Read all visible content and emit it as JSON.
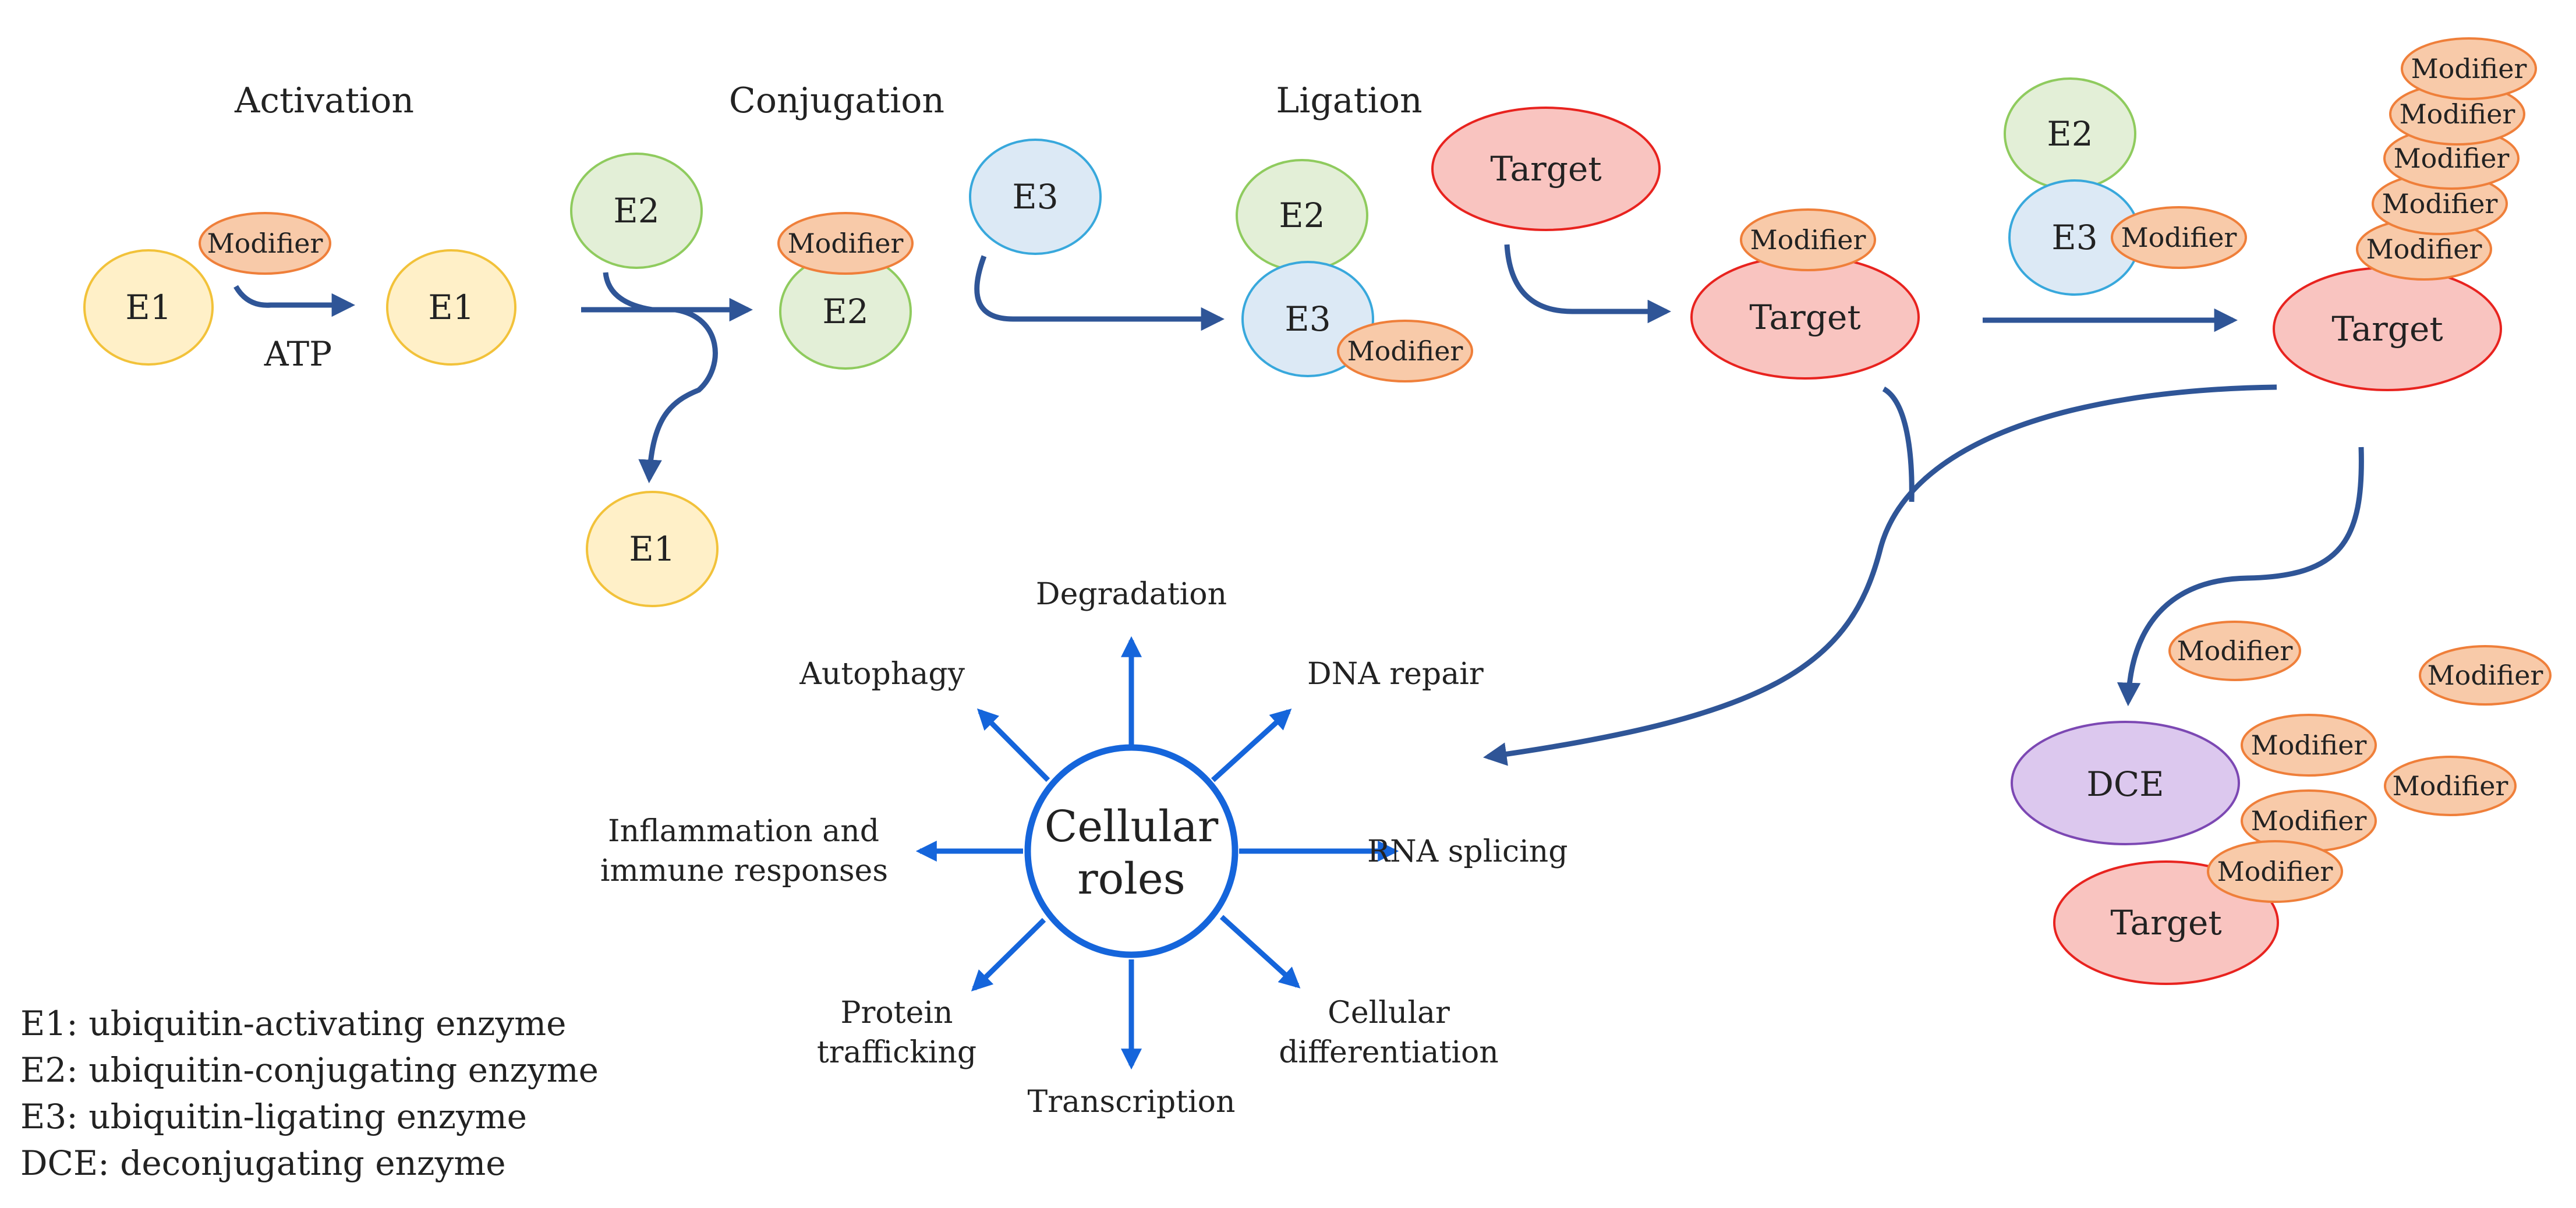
{
  "stages": {
    "activation": "Activation",
    "conjugation": "Conjugation",
    "ligation": "Ligation"
  },
  "nodes": {
    "e1": "E1",
    "e2": "E2",
    "e3": "E3",
    "target": "Target",
    "modifier": "Modifier",
    "dce": "DCE",
    "atp": "ATP"
  },
  "center": {
    "line1": "Cellular",
    "line2": "roles"
  },
  "roles": {
    "degradation": "Degradation",
    "dna_repair": "DNA repair",
    "rna_splicing": "RNA splicing",
    "cellular_differentiation_1": "Cellular",
    "cellular_differentiation_2": "differentiation",
    "transcription": "Transcription",
    "protein_trafficking_1": "Protein",
    "protein_trafficking_2": "trafficking",
    "inflammation_1": "Inflammation and",
    "inflammation_2": "immune responses",
    "autophagy": "Autophagy"
  },
  "legend": [
    "E1: ubiquitin-activating enzyme",
    "E2: ubiquitin-conjugating enzyme",
    "E3: ubiquitin-ligating enzyme",
    "DCE: deconjugating enzyme"
  ],
  "colors": {
    "e1_fill": "#fff0c8",
    "e1_stroke": "#f2c23a",
    "e2_fill": "#e3efd7",
    "e2_stroke": "#8fcb5e",
    "e3_fill": "#dce9f5",
    "e3_stroke": "#38a8dc",
    "modifier_fill": "#f8caa9",
    "modifier_stroke": "#ef7f3a",
    "target_fill": "#f9c4c0",
    "target_stroke": "#e8231f",
    "dce_fill": "#dcc8ee",
    "dce_stroke": "#7c48b3",
    "pathway_arrow": "#2f5597",
    "roles_blue": "#1565db"
  }
}
